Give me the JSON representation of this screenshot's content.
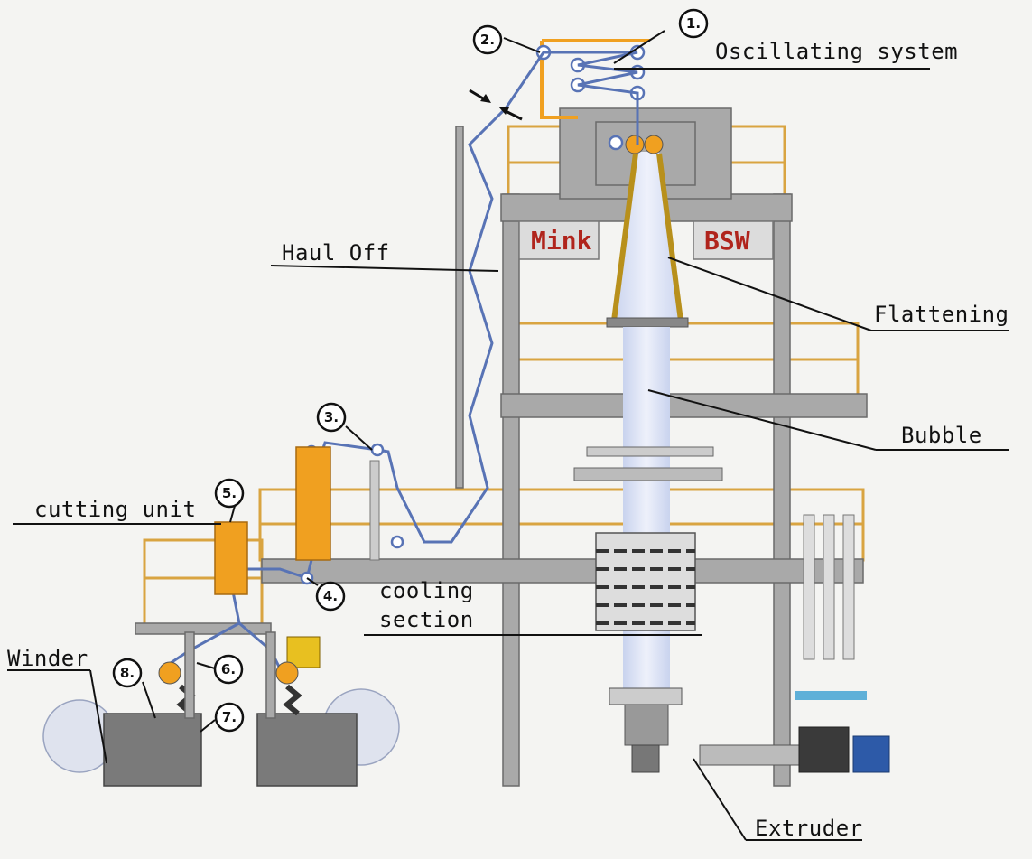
{
  "labels": {
    "oscillating": "Oscillating system",
    "haul_off": "Haul Off",
    "flattening": "Flattening",
    "bubble": "Bubble",
    "cutting_unit": "cutting unit",
    "cooling_line1": "cooling",
    "cooling_line2": "section",
    "winder": "Winder",
    "extruder": "Extruder"
  },
  "brands": {
    "left": "Mink",
    "right": "BSW"
  },
  "markers": [
    "1.",
    "2.",
    "3.",
    "4.",
    "5.",
    "6.",
    "7.",
    "8."
  ],
  "colors": {
    "film": "#5873b5",
    "frame": "#a9a9a9",
    "railing": "#d9a441",
    "unit": "#f0a020",
    "brand_text": "#b0241c"
  }
}
